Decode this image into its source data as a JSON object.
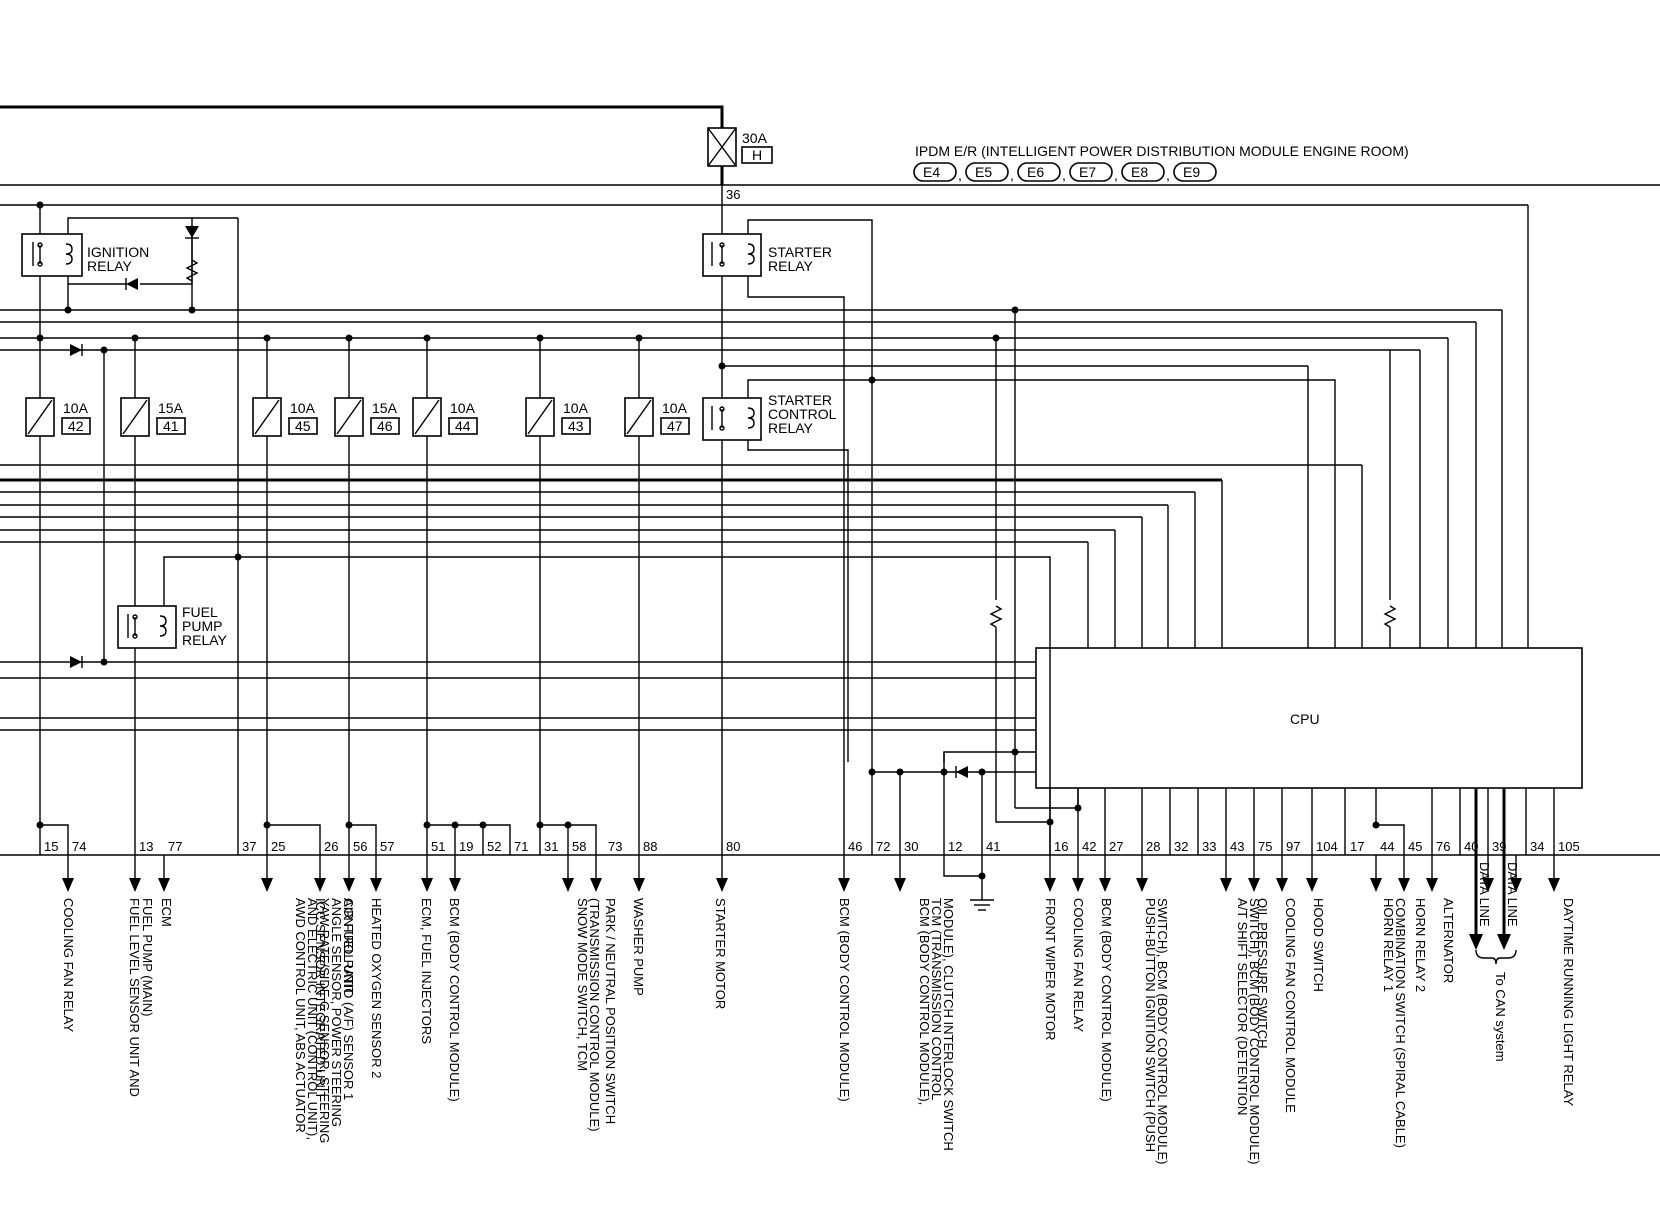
{
  "header": {
    "title": "IPDM E/R (INTELLIGENT POWER DISTRIBUTION MODULE ENGINE ROOM)",
    "connectors": [
      "E4",
      "E5",
      "E6",
      "E7",
      "E8",
      "E9"
    ],
    "main_fuse": {
      "amp": "30A",
      "id": "H"
    },
    "main_pin": "36"
  },
  "cpu_label": "CPU",
  "relays": [
    {
      "key": "ignition",
      "lines": [
        "IGNITION",
        "RELAY"
      ]
    },
    {
      "key": "starter",
      "lines": [
        "STARTER",
        "RELAY"
      ]
    },
    {
      "key": "starter_control",
      "lines": [
        "STARTER",
        "CONTROL",
        "RELAY"
      ]
    },
    {
      "key": "fuel_pump",
      "lines": [
        "FUEL",
        "PUMP",
        "RELAY"
      ]
    }
  ],
  "fuses": [
    {
      "amp": "10A",
      "num": "42"
    },
    {
      "amp": "15A",
      "num": "41"
    },
    {
      "amp": "10A",
      "num": "45"
    },
    {
      "amp": "15A",
      "num": "46"
    },
    {
      "amp": "10A",
      "num": "44"
    },
    {
      "amp": "10A",
      "num": "43"
    },
    {
      "amp": "10A",
      "num": "47"
    }
  ],
  "pins": [
    "15",
    "74",
    "13",
    "77",
    "37",
    "25",
    "26",
    "56",
    "57",
    "51",
    "19",
    "52",
    "71",
    "31",
    "58",
    "73",
    "88",
    "80",
    "46",
    "72",
    "30",
    "12",
    "41",
    "16",
    "42",
    "27",
    "28",
    "32",
    "33",
    "43",
    "75",
    "97",
    "104",
    "17",
    "44",
    "45",
    "76",
    "40",
    "39",
    "34",
    "105"
  ],
  "destinations": [
    {
      "key": "d15",
      "lines": [
        "COOLING FAN RELAY"
      ]
    },
    {
      "key": "d13",
      "lines": [
        "FUEL LEVEL SENSOR UNIT AND",
        "FUEL PUMP (MAIN)"
      ]
    },
    {
      "key": "d77",
      "lines": [
        "ECM"
      ]
    },
    {
      "key": "d25",
      "lines": [
        "AWD CONTROL UNIT, ABS ACTUATOR",
        "AND ELECTRIC UNIT (CONTROL UNIT),",
        "YAW RATE/SIDE G SENSOR, STEERING",
        "ANGLE SENSOR, POWER STEERING",
        "CONTROL UNIT"
      ]
    },
    {
      "key": "d26",
      "lines": [
        "ICC SENSOR INTEGRATED UNIT"
      ]
    },
    {
      "key": "d56",
      "lines": [
        "AIR FUEL RATIO (A/F) SENSOR 1"
      ]
    },
    {
      "key": "d57",
      "lines": [
        "HEATED OXYGEN SENSOR 2"
      ]
    },
    {
      "key": "d51",
      "lines": [
        "ECM, FUEL INJECTORS"
      ]
    },
    {
      "key": "d19",
      "lines": [
        "BCM (BODY CONTROL MODULE)"
      ]
    },
    {
      "key": "d58",
      "lines": [
        "SNOW MODE SWITCH, TCM",
        "(TRANSMISSION CONTROL MODULE)"
      ]
    },
    {
      "key": "d73",
      "lines": [
        "PARK / NEUTRAL POSITION SWITCH"
      ]
    },
    {
      "key": "d88",
      "lines": [
        "WASHER PUMP"
      ]
    },
    {
      "key": "d80",
      "lines": [
        "STARTER MOTOR"
      ]
    },
    {
      "key": "d46",
      "lines": [
        "BCM (BODY CONTROL MODULE)"
      ]
    },
    {
      "key": "d30",
      "lines": [
        "BCM (BODY CONTROL MODULE),",
        "TCM (TRANSMISSION CONTROL",
        "MODULE), CLUTCH INTERLOCK SWITCH"
      ]
    },
    {
      "key": "d16",
      "lines": [
        "FRONT WIPER MOTOR"
      ]
    },
    {
      "key": "d42",
      "lines": [
        "COOLING FAN RELAY"
      ]
    },
    {
      "key": "d27",
      "lines": [
        "BCM (BODY CONTROL MODULE)"
      ]
    },
    {
      "key": "d28",
      "lines": [
        "PUSH-BUTTON IGNITION SWITCH (PUSH",
        "SWITCH), BCM (BODY CONTROL MODULE)"
      ]
    },
    {
      "key": "d43",
      "lines": [
        "A/T SHIFT SELECTOR (DETENTION",
        "SWITCH), BCM (BODY CONTROL MODULE)"
      ]
    },
    {
      "key": "d75",
      "lines": [
        "OIL PRESSURE SWITCH"
      ]
    },
    {
      "key": "d97",
      "lines": [
        "COOLING FAN CONTROL MODULE"
      ]
    },
    {
      "key": "d104",
      "lines": [
        "HOOD SWITCH"
      ]
    },
    {
      "key": "d17",
      "lines": [
        "HORN RELAY 1",
        "COMBINATION SWITCH (SPIRAL CABLE)"
      ]
    },
    {
      "key": "d44",
      "lines": [
        "HORN RELAY 2"
      ]
    },
    {
      "key": "d45",
      "lines": [
        "ALTERNATOR"
      ]
    },
    {
      "key": "d40",
      "lines": [
        "DATA LINE"
      ]
    },
    {
      "key": "d39",
      "lines": [
        "DATA LINE"
      ]
    },
    {
      "key": "can",
      "lines": [
        "To CAN system"
      ]
    },
    {
      "key": "d105",
      "lines": [
        "DAYTIME RUNNING LIGHT RELAY"
      ]
    }
  ]
}
